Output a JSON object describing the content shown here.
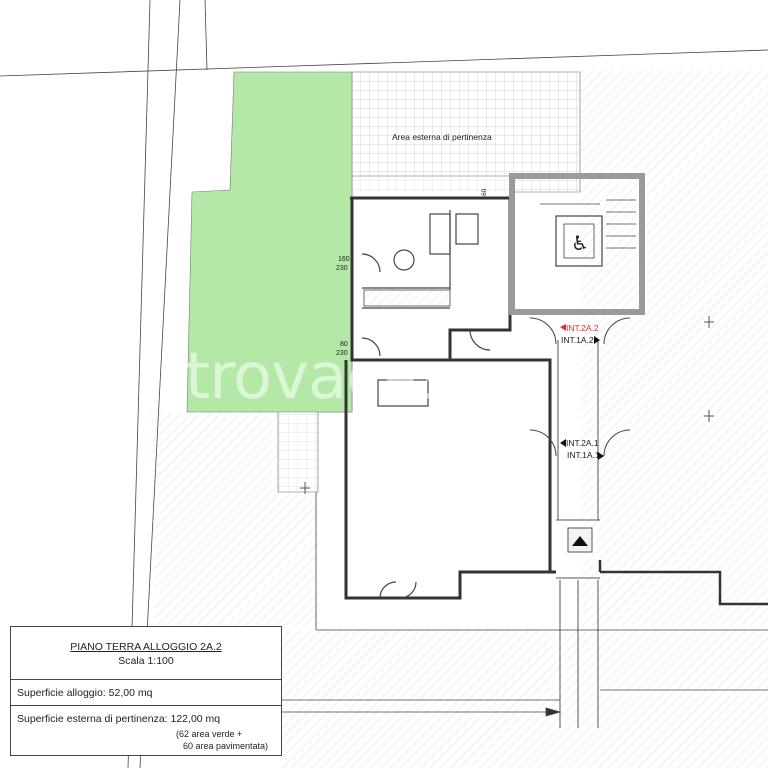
{
  "labels": {
    "external_area": "Area esterna di pertinenza",
    "int_2a2": "INT.2A.2",
    "int_1a2": "INT.1A.2",
    "int_2a1": "INT.2A.1",
    "int_1a1": "INT.1A.1",
    "dim_160": "160",
    "dim_230_a": "230",
    "dim_80": "80",
    "dim_230_b": "230",
    "dim_60": "60"
  },
  "title_block": {
    "title": "PIANO TERRA ALLOGGIO 2A.2",
    "scale": "Scala 1:100",
    "surface_unit": "Superficie alloggio: 52,00 mq",
    "surface_external": "Superficie esterna di pertinenza: 122,00 mq",
    "note_green": "(62 area verde +",
    "note_paved": "60 area pavimentata)"
  },
  "watermark": "trovacasa",
  "colors": {
    "green_area": "#b3e8a6",
    "accent_red": "#d9312b",
    "wall_grey": "#9a9a9a",
    "line": "#333333"
  }
}
